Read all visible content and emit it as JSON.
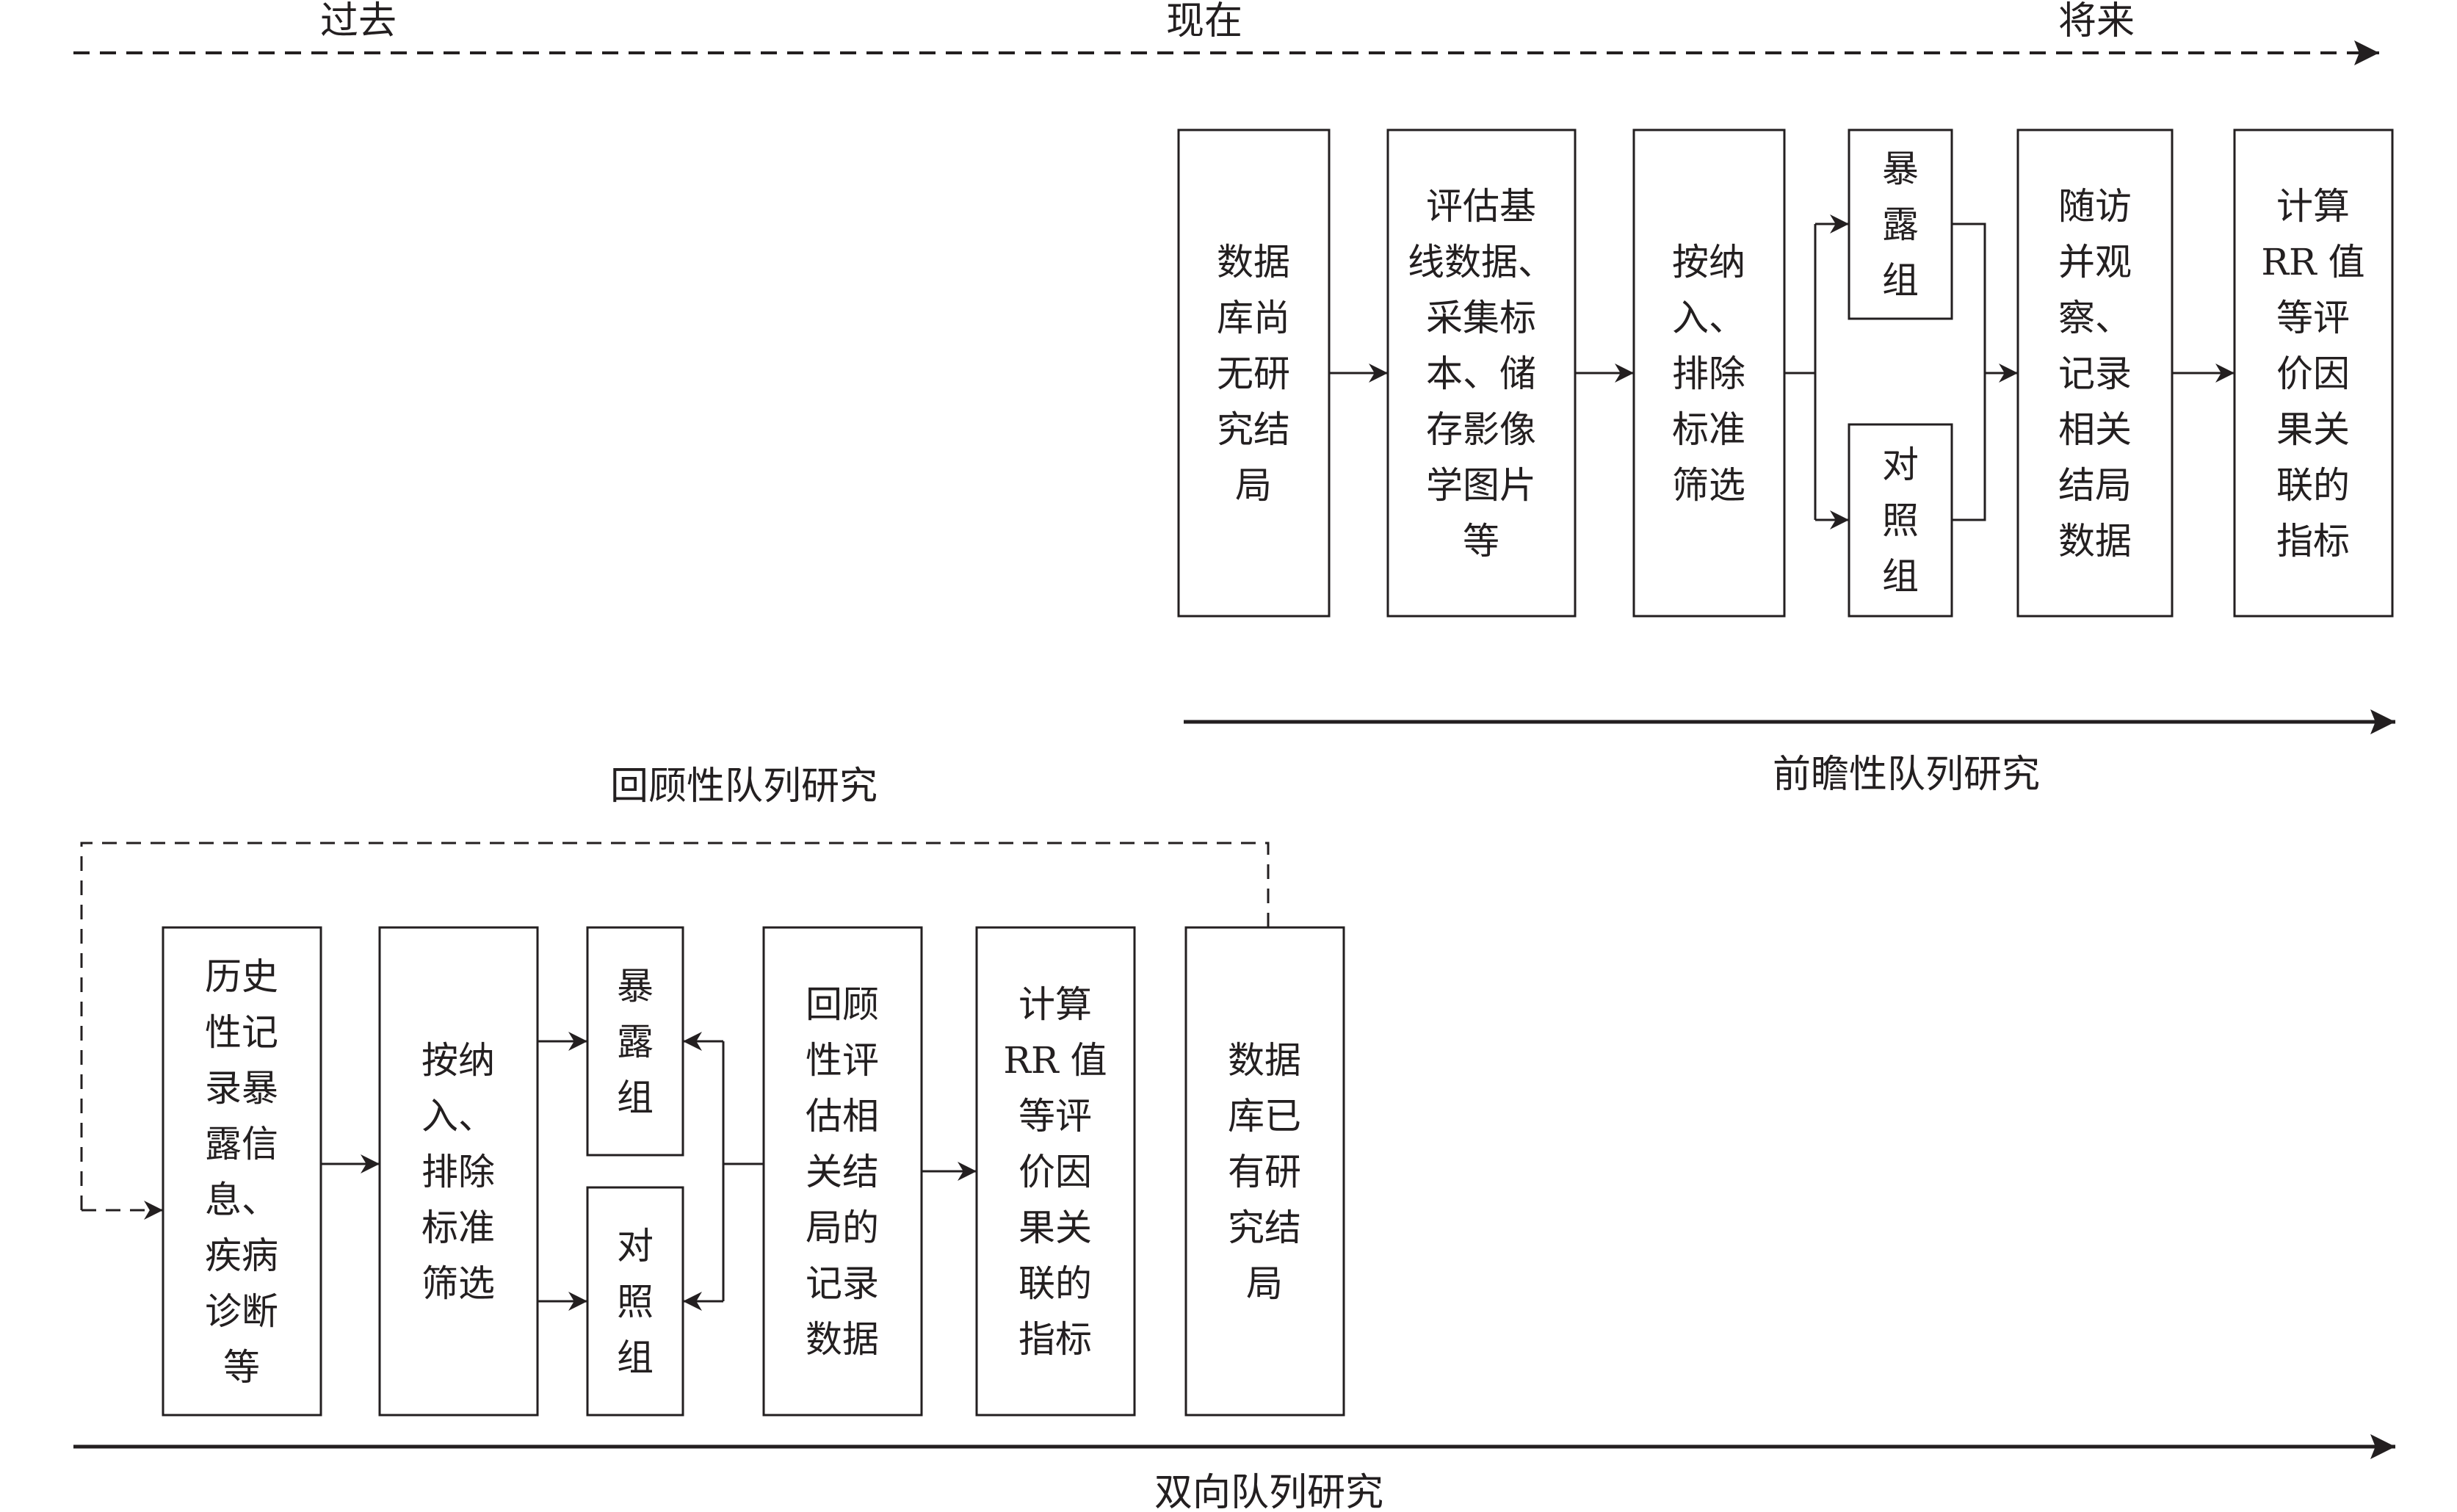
{
  "timeline": {
    "past": "过去",
    "present": "现在",
    "future": "将来"
  },
  "prospective": {
    "label": "前瞻性队列研究",
    "boxes": {
      "b1": [
        "数据",
        "库尚",
        "无研",
        "究结",
        "局"
      ],
      "b2": [
        "评估基",
        "线数据、",
        "采集标",
        "本、储",
        "存影像",
        "学图片",
        "等"
      ],
      "b3": [
        "按纳",
        "入、",
        "排除",
        "标准",
        "筛选"
      ],
      "exposed": [
        "暴",
        "露",
        "组"
      ],
      "control": [
        "对",
        "照",
        "组"
      ],
      "b5": [
        "随访",
        "并观",
        "察、",
        "记录",
        "相关",
        "结局",
        "数据"
      ],
      "b6": [
        "计算",
        "RR 值",
        "等评",
        "价因",
        "果关",
        "联的",
        "指标"
      ]
    }
  },
  "retrospective": {
    "label": "回顾性队列研究"
  },
  "bidirectional": {
    "label": "双向队列研究",
    "boxes": {
      "c1": [
        "历史",
        "性记",
        "录暴",
        "露信",
        "息、",
        "疾病",
        "诊断",
        "等"
      ],
      "c2": [
        "按纳",
        "入、",
        "排除",
        "标准",
        "筛选"
      ],
      "exposed": [
        "暴",
        "露",
        "组"
      ],
      "control": [
        "对",
        "照",
        "组"
      ],
      "c4": [
        "回顾",
        "性评",
        "估相",
        "关结",
        "局的",
        "记录",
        "数据"
      ],
      "c5": [
        "计算",
        "RR 值",
        "等评",
        "价因",
        "果关",
        "联的",
        "指标"
      ],
      "c6": [
        "数据",
        "库已",
        "有研",
        "究结",
        "局"
      ]
    }
  }
}
